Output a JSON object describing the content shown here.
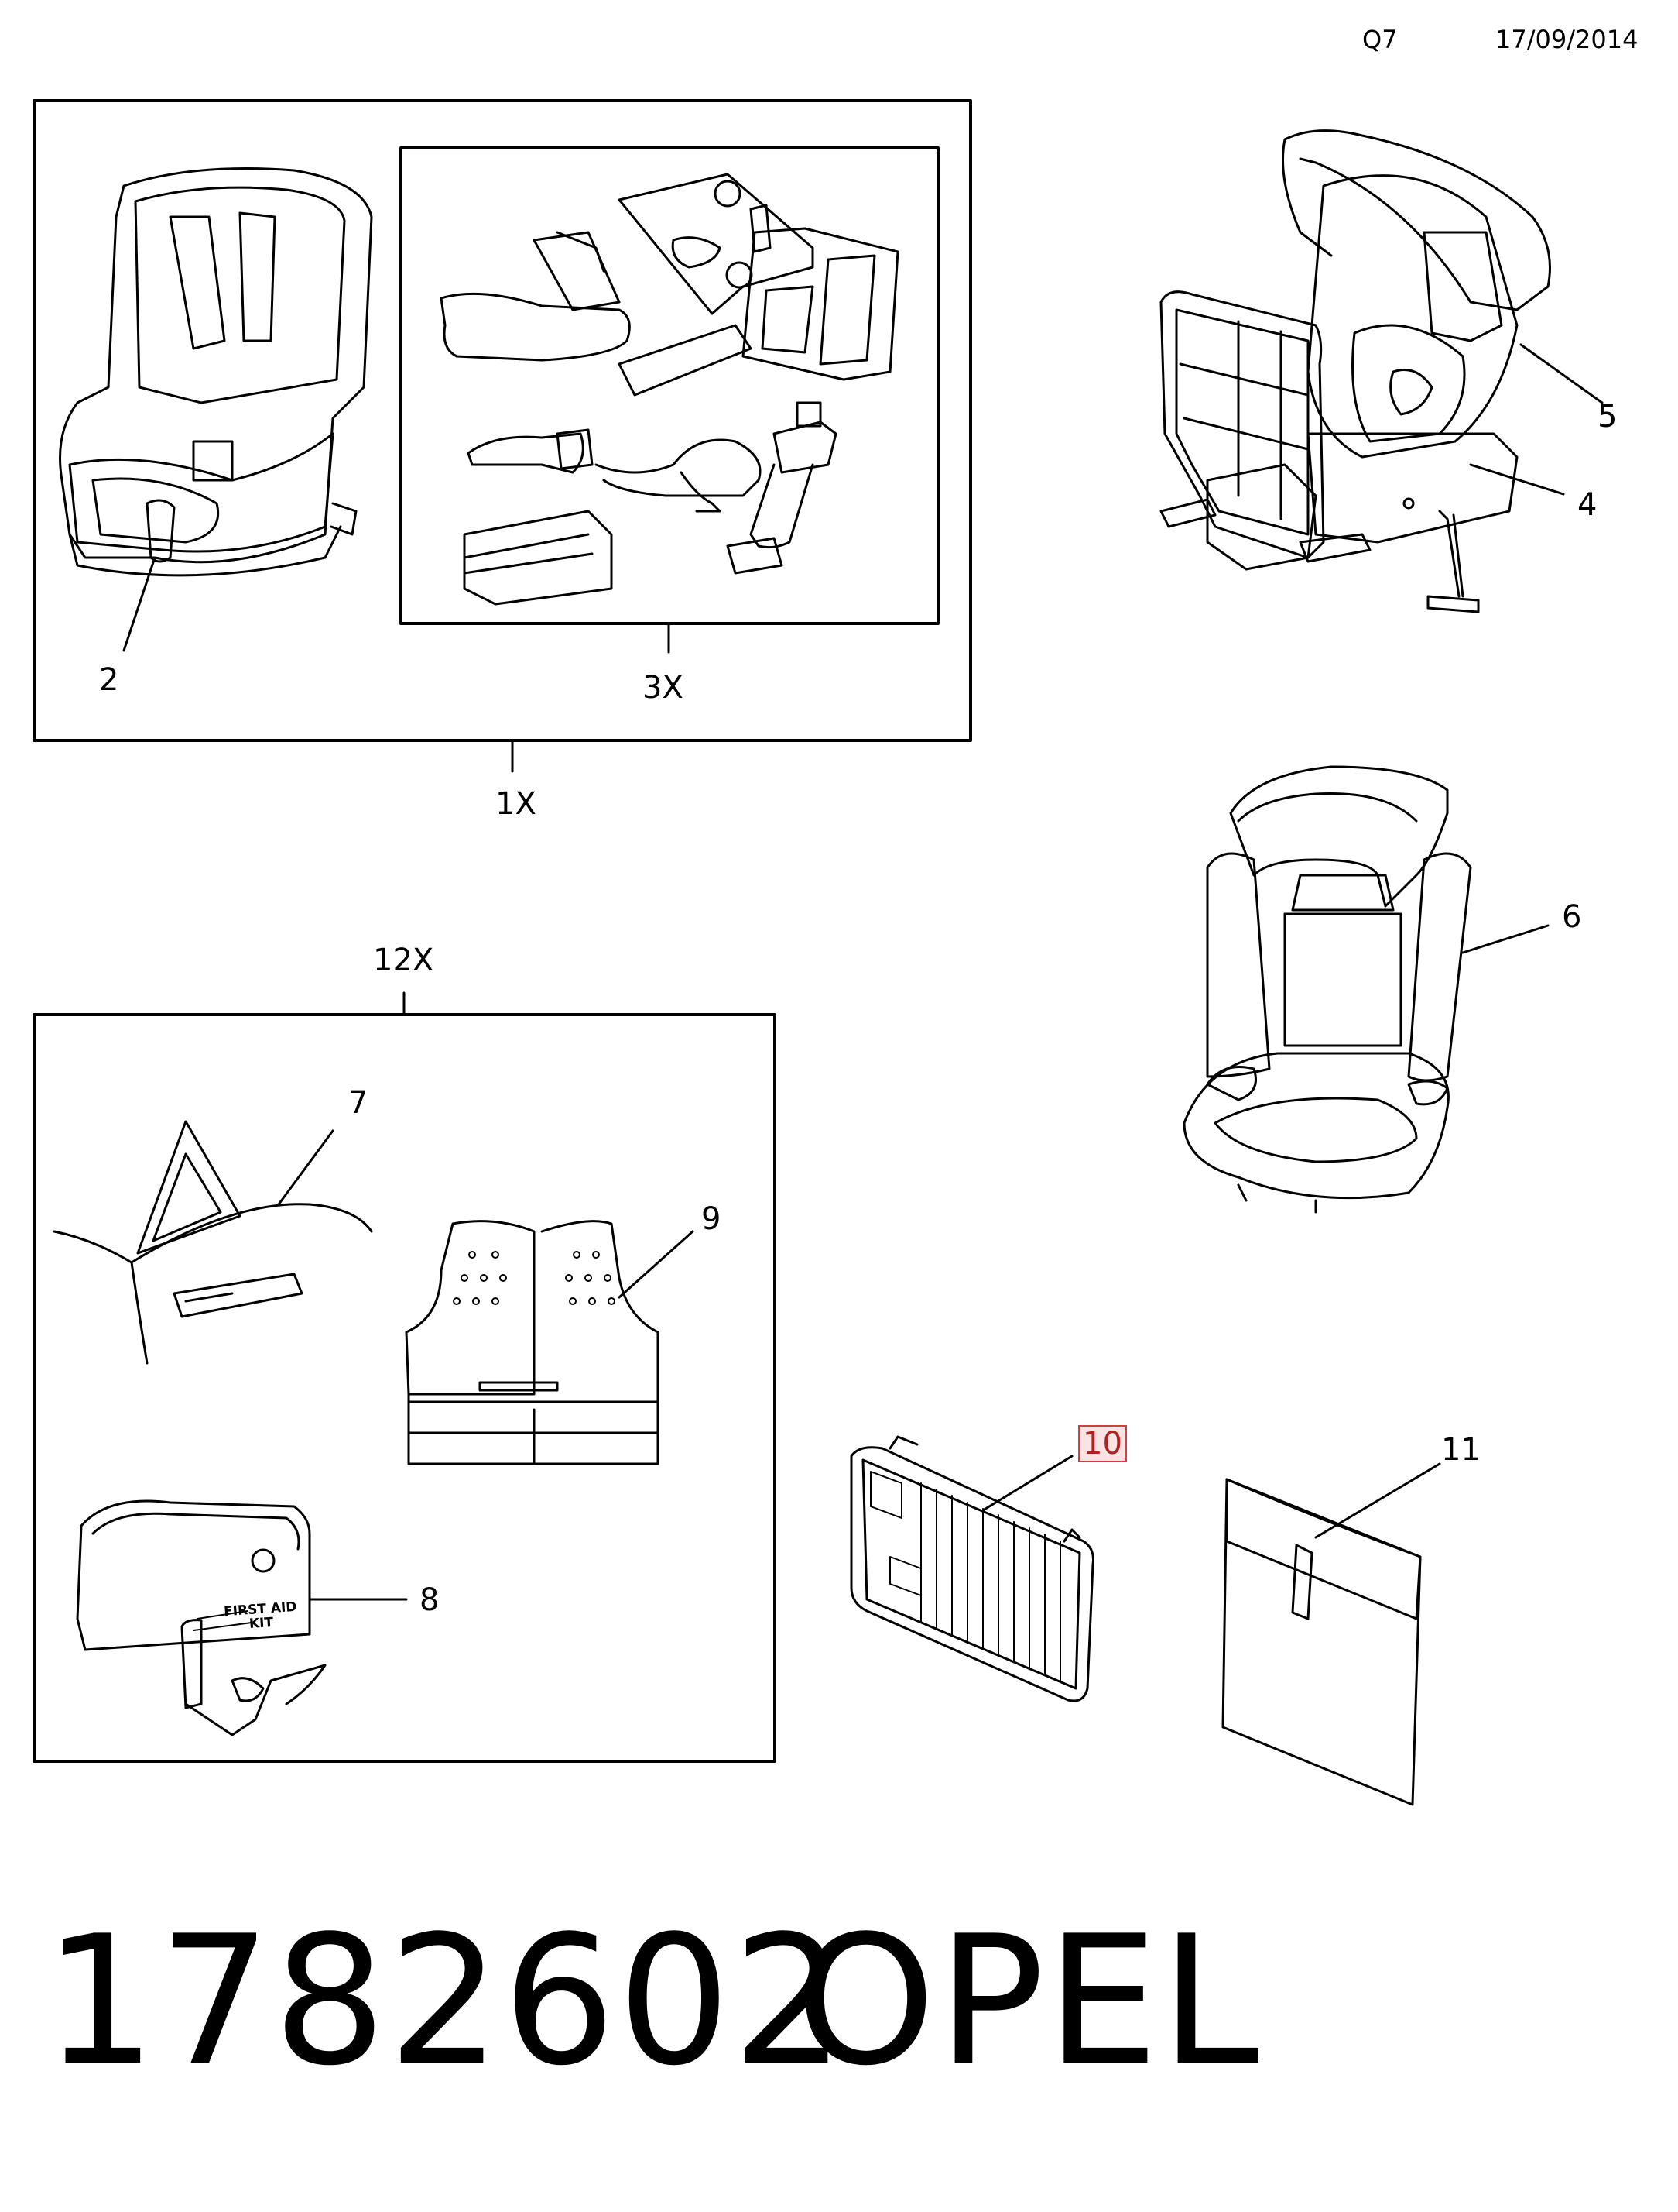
{
  "header": {
    "code": "Q7",
    "date": "17/09/2014"
  },
  "labels": {
    "l_1x": "1X",
    "l_2": "2",
    "l_3x": "3X",
    "l_4": "4",
    "l_5": "5",
    "l_6": "6",
    "l_7": "7",
    "l_8": "8",
    "l_9": "9",
    "l_10": "10",
    "l_11": "11",
    "l_12x": "12X"
  },
  "first_aid": {
    "line1": "FIRST AID",
    "line2": "KIT"
  },
  "footer": {
    "part_number": "1782602",
    "brand": "OPEL"
  },
  "highlight_color": "#d04040"
}
